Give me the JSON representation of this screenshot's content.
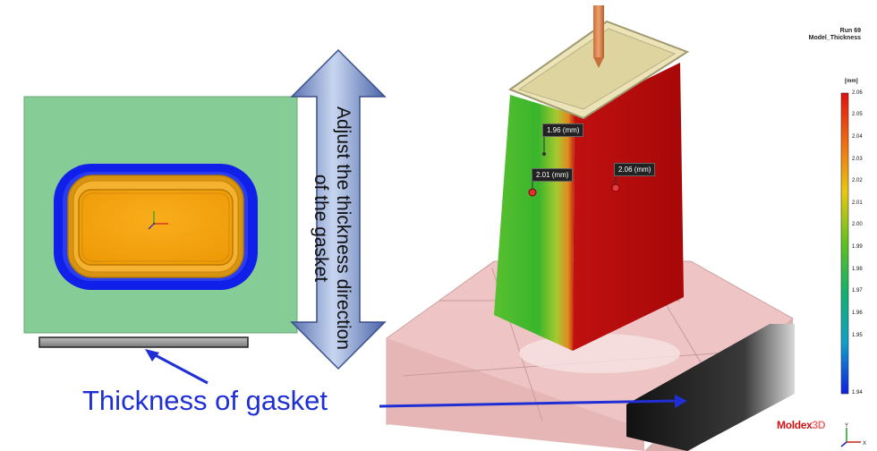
{
  "labels": {
    "adjust_direction": "Adjust the thickness direction of the gasket",
    "thickness_of_gasket": "Thickness of gasket"
  },
  "result_header": {
    "run": "Run 69",
    "quantity": "Model_Thickness"
  },
  "legend": {
    "unit": "[mm]",
    "ticks": [
      "2.06",
      "2.05",
      "2.04",
      "2.03",
      "2.02",
      "2.01",
      "2.00",
      "1.99",
      "1.98",
      "1.97",
      "1.96",
      "1.95",
      "1.94"
    ]
  },
  "probes": {
    "p1": "1.96 (mm)",
    "p2": "2.01 (mm)",
    "p3": "2.06 (mm)"
  },
  "brand": {
    "name": "Moldex",
    "suffix": "3D"
  },
  "colors": {
    "plate_green": "#86cc96",
    "gasket_blue": "#1020e8",
    "part_orange": "#f5a310",
    "arrow_blue": "#1f2fd4",
    "base_pink": "#eec4c4",
    "thick_red": "#c01010",
    "thin_green": "#30c030"
  }
}
